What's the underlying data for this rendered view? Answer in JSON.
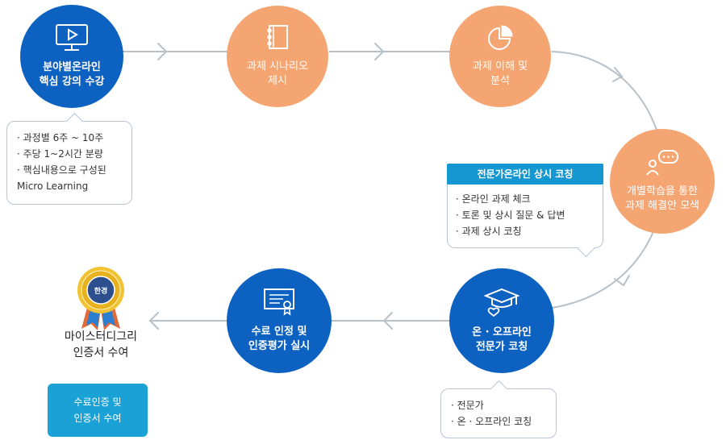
{
  "steps": [
    {
      "label": "분야별온라인\n핵심 강의 수강",
      "color": "#0d61c0",
      "icon": "monitor-play-icon"
    },
    {
      "label": "과제 시나리오\n제시",
      "color": "#f4a572",
      "icon": "document-list-icon"
    },
    {
      "label": "과제 이해 및\n분석",
      "color": "#f4a572",
      "icon": "pie-chart-icon"
    },
    {
      "label": "개별학습을 통한\n과제 해결안 모색",
      "color": "#f4a572",
      "icon": "person-chat-icon"
    },
    {
      "label": "온 · 오프라인\n전문가 코칭",
      "color": "#0d61c0",
      "icon": "graduation-cap-icon"
    },
    {
      "label": "수료 인정 및\n인증평가 실시",
      "color": "#0d61c0",
      "icon": "certificate-icon"
    }
  ],
  "notes": {
    "course": [
      "· 과정별 6주 ~ 10주",
      "· 주당 1~2시간 분량",
      "· 핵심내용으로 구성된\n  Micro Learning"
    ],
    "coaching_title": "전문가온라인 상시 코칭",
    "coaching": [
      "· 온라인 과제 체크",
      "· 토론 및 상시 질문 & 답변",
      "· 과제 상시 코칭"
    ],
    "offline": [
      "· 전문가",
      "· 온 · 오프라인 코칭"
    ]
  },
  "final": {
    "label": "마이스터디그리\n인증서 수여",
    "box": "수료인증 및\n인증서 수여",
    "medal_text": "한경"
  },
  "colors": {
    "blue": "#0d61c0",
    "orange": "#f4a572",
    "teal": "#1aa1d6",
    "line": "#b8c0c8"
  }
}
